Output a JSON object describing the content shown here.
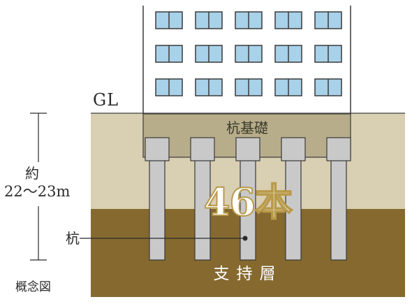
{
  "labels": {
    "ground_level": "GL",
    "depth_line1": "約",
    "depth_line2": "22〜23m",
    "pile": "杭",
    "pile_cap": "杭基礎",
    "pile_count": "46本",
    "bearing_layer": "支持層",
    "caption": "概念図"
  },
  "diagram": {
    "pile_count_value": 46,
    "depth_range_m": [
      22,
      23
    ],
    "visible_piles": 5,
    "window_rows": 3,
    "window_cols": 5
  },
  "colors": {
    "upper_soil": "#d9cfb3",
    "bearing_layer": "#85692f",
    "pile_cap": "#b7ad8a",
    "pile": "#c9c9c9",
    "window": "#a8d1ea",
    "building": "#ffffff",
    "outline": "#3a3a3a"
  }
}
